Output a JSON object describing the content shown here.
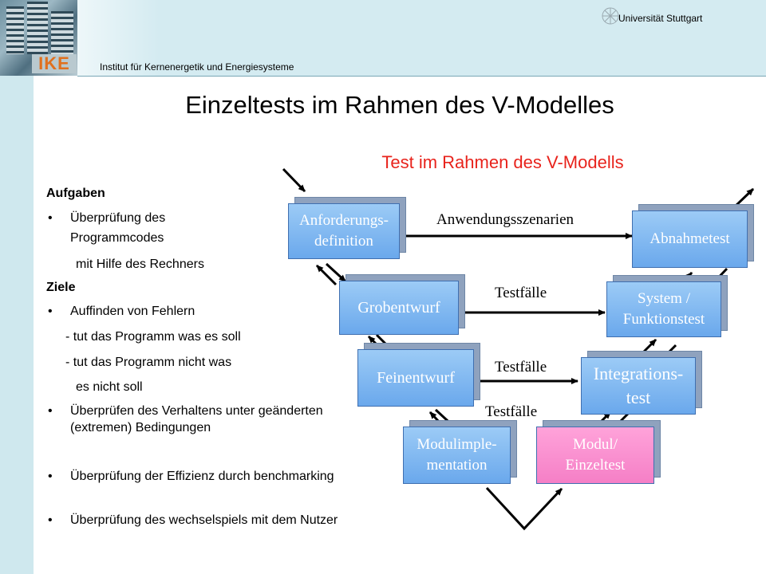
{
  "header": {
    "institute": "Institut für Kernenergetik und Energiesysteme",
    "university": "Universität Stuttgart",
    "logo_text": "IKE"
  },
  "slide": {
    "title": "Einzeltests im Rahmen des V-Modelles"
  },
  "left": {
    "aufgaben_heading": "Aufgaben",
    "aufgaben_item1_line1": "Überprüfung des",
    "aufgaben_item1_line2": "Programmcodes",
    "aufgaben_item1_line3": "mit Hilfe des Rechners",
    "ziele_heading": "Ziele",
    "ziele_item1": "Auffinden von Fehlern",
    "ziele_item1_sub1": "- tut das Programm was es soll",
    "ziele_item1_sub2": "- tut das Programm nicht was",
    "ziele_item1_sub3": "es nicht soll",
    "ziele_item2": "Überprüfen des Verhaltens unter geänderten (extremen) Bedingungen",
    "ziele_item3": "Überprüfung der Effizienz durch benchmarking",
    "ziele_item4": "Überprüfung des wechselspiels mit dem Nutzer",
    "bullet": "•"
  },
  "diagram": {
    "title": "Test im Rahmen des V-Modells",
    "boxes": {
      "anforderung_line1": "Anforderungs-",
      "anforderung_line2": "definition",
      "grobentwurf": "Grobentwurf",
      "feinentwurf": "Feinentwurf",
      "modulimpl_line1": "Modulimple-",
      "modulimpl_line2": "mentation",
      "abnahmetest": "Abnahmetest",
      "system_line1": "System /",
      "system_line2": "Funktionstest",
      "integration_line1": "Integrations-",
      "integration_line2": "test",
      "modul_line1": "Modul/",
      "modul_line2": "Einzeltest"
    },
    "edge_labels": {
      "top": "Anwendungsszenarien",
      "row2": "Testfälle",
      "row3": "Testfälle",
      "row4": "Testfälle"
    },
    "colors": {
      "title": "#e8231c",
      "box_blue": "#6aa8ec",
      "box_pink": "#f57fc6"
    }
  }
}
